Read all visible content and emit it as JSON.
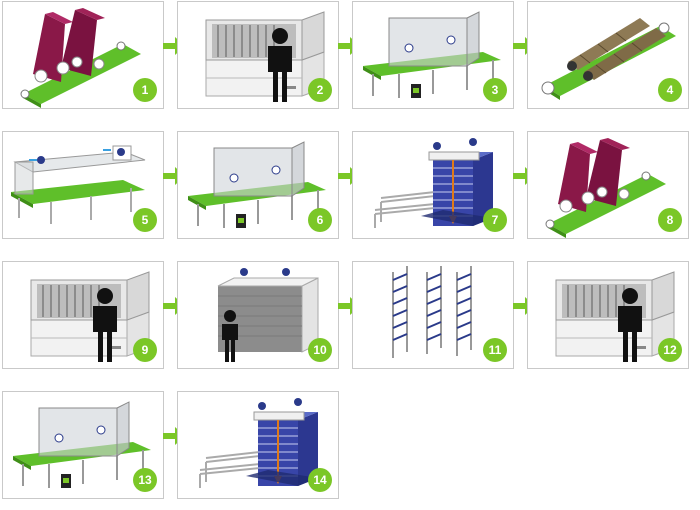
{
  "colors": {
    "accent_green": "#7bc727",
    "belt_green": "#5fbf2a",
    "roller_maroon": "#7a1240",
    "panel_border": "#c9c9c9",
    "rack_blue": "#3845a8"
  },
  "steps": [
    {
      "number": "1",
      "icon": "laminating-rollers-icon"
    },
    {
      "number": "2",
      "icon": "booth-with-operator-icon"
    },
    {
      "number": "3",
      "icon": "conveyor-spray-station-icon"
    },
    {
      "number": "4",
      "icon": "brush-rollers-icon"
    },
    {
      "number": "5",
      "icon": "spray-tunnel-icon"
    },
    {
      "number": "6",
      "icon": "conveyor-spray-station-icon"
    },
    {
      "number": "7",
      "icon": "drying-rack-icon"
    },
    {
      "number": "8",
      "icon": "laminating-rollers-icon"
    },
    {
      "number": "9",
      "icon": "booth-with-operator-icon"
    },
    {
      "number": "10",
      "icon": "spray-booth-operator-icon"
    },
    {
      "number": "11",
      "icon": "panel-racks-icon"
    },
    {
      "number": "12",
      "icon": "booth-with-operator-icon"
    },
    {
      "number": "13",
      "icon": "conveyor-spray-station-icon"
    },
    {
      "number": "14",
      "icon": "drying-rack-icon"
    }
  ]
}
